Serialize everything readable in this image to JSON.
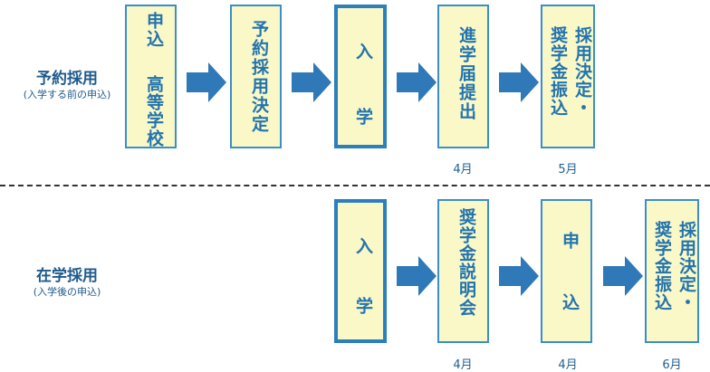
{
  "colors": {
    "box_fill": "#fbf8c8",
    "box_border": "#3a8fc8",
    "box_text": "#2374ad",
    "arrow": "#2f79b8"
  },
  "rows": {
    "reserve": {
      "label": "予約採用",
      "sublabel": "(入学する前の申込)",
      "steps": {
        "apply_col1": "申込",
        "apply_col2": "高等学校",
        "decision": "予約採用決定",
        "enroll_col1": "入",
        "enroll_col2": "学",
        "report": "進学届提出",
        "final_col1": "採用決定・",
        "final_col2": "奨学金振込"
      },
      "months": {
        "report": "4月",
        "final": "5月"
      }
    },
    "enrolled": {
      "label": "在学採用",
      "sublabel": "(入学後の申込)",
      "steps": {
        "enroll_col1": "入",
        "enroll_col2": "学",
        "briefing": "奨学金説明会",
        "apply_col1": "申",
        "apply_col2": "込",
        "final_col1": "採用決定・",
        "final_col2": "奨学金振込"
      },
      "months": {
        "briefing": "4月",
        "apply": "4月",
        "final": "6月"
      }
    }
  }
}
